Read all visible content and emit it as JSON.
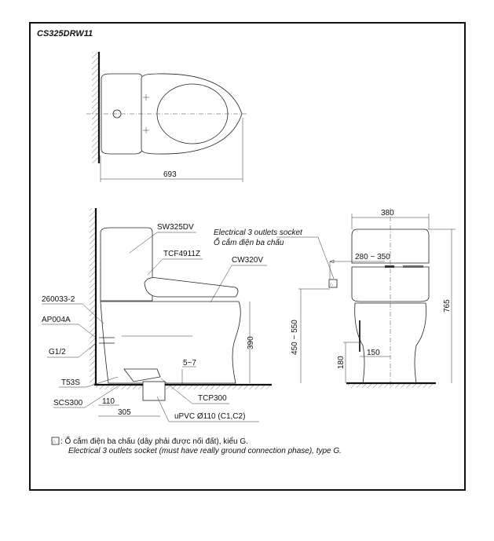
{
  "title": "CS325DRW11",
  "top_view": {
    "dim_length": "693"
  },
  "side_view": {
    "labels": {
      "tank": "SW325DV",
      "seat": "TCF4911Z",
      "bowl": "CW320V",
      "part_260033": "260033-2",
      "valve": "AP004A",
      "thread": "G1/2",
      "t53s": "T53S",
      "scs300": "SCS300",
      "tcp300": "TCP300",
      "pipe": "uPVC Ø110 (C1,C2)"
    },
    "dims": {
      "d110": "110",
      "d305": "305",
      "d390": "390",
      "gap": "5~7"
    }
  },
  "front_view": {
    "socket_label_en": "Electrical 3 outlets socket",
    "socket_label_vi": "Ổ cắm điện ba chấu",
    "dims": {
      "width": "380",
      "socket_offset": "280 ~ 350",
      "socket_height": "450 ~ 550",
      "height": "765",
      "supply_offset": "150",
      "supply_height": "180"
    }
  },
  "legend": {
    "line_vi": ": Ổ cắm điện ba chấu (dây phải được nối đất), kiểu G.",
    "line_en": "Electrical 3 outlets socket (must have really ground connection phase), type G."
  }
}
